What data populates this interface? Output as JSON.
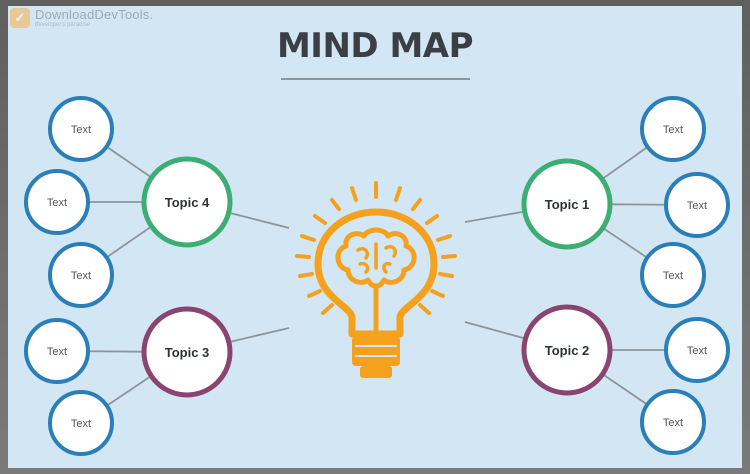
{
  "watermark": {
    "name": "DownloadDevTools.",
    "tagline": "developer's paradise",
    "logo_glyph": "✓"
  },
  "title": "MIND MAP",
  "center_icon": "lightbulb-brain-icon",
  "colors": {
    "background": "#d3e6f3",
    "leaf": "#2a7fb9",
    "topic_green": "#3cae74",
    "topic_purple": "#8a4470",
    "bulb": "#f4a11d",
    "connector": "#8d959c"
  },
  "topics": [
    {
      "id": "topic-4",
      "label": "Topic 4",
      "color": "#3cae74",
      "leaves": [
        "Text",
        "Text",
        "Text"
      ]
    },
    {
      "id": "topic-3",
      "label": "Topic 3",
      "color": "#8a4470",
      "leaves": [
        "Text",
        "Text"
      ]
    },
    {
      "id": "topic-1",
      "label": "Topic 1",
      "color": "#3cae74",
      "leaves": [
        "Text",
        "Text",
        "Text"
      ]
    },
    {
      "id": "topic-2",
      "label": "Topic 2",
      "color": "#8a4470",
      "leaves": [
        "Text",
        "Text"
      ]
    }
  ]
}
